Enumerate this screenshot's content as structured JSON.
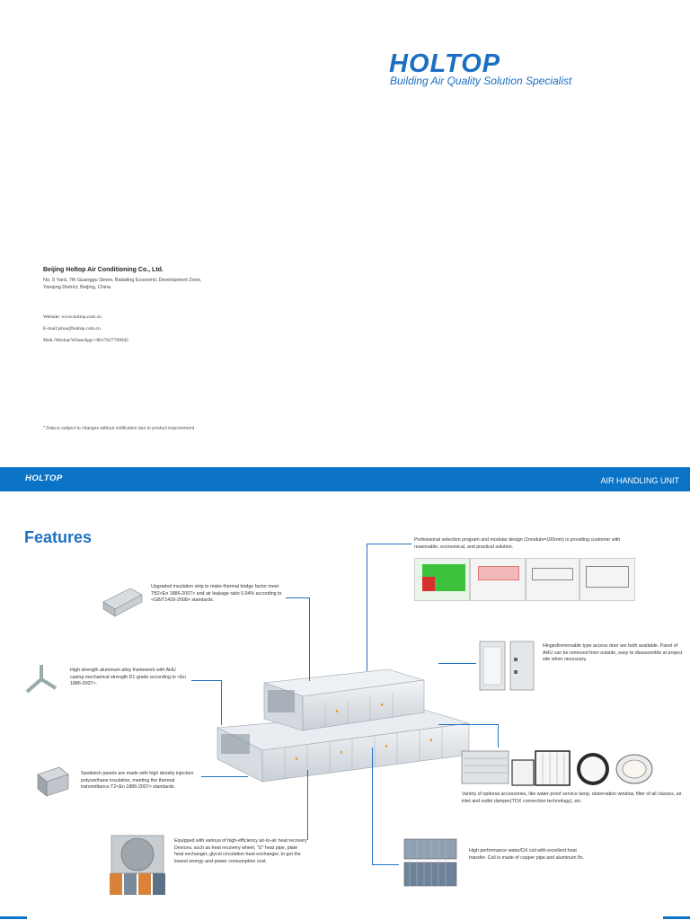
{
  "cover": {
    "logo": "HOLTOP",
    "tagline": "Building Air Quality Solution Specialist",
    "company": "Beijing Holtop Air Conditioning Co., Ltd.",
    "address_line1": "No. 5 Yard, 7th Guanggu Street, Badaling Economic Development Zone,",
    "address_line2": "Yanqing District, Beijing, China",
    "website": "Website: www.holtop.com.cn",
    "email": "E-mail:jsluu@holtop.com.cn",
    "mob": "Mob./Wechat/WhatsApp:+8617627789945",
    "disclaimer": "* Data is subject to changes without notification due to product improvement"
  },
  "band": {
    "logo": "HOLTOP",
    "title": "AIR HANDLING UNIT"
  },
  "features": {
    "heading": "Features",
    "items": [
      {
        "text": "Professional selection program and modular design (1module=100mm) is providing customer with reasonable, economical, and practical solution."
      },
      {
        "text": "Upgraded insulation strip to make thermal bridge factor meet TB2<En 1886-2007> and air leakage ratio 0.94% according to <GB/T1429-2008> standards."
      },
      {
        "text": "Hinged/removable type access door are both available. Panel of AHU can be removed from outside, easy to disassemble at project site when necessary."
      },
      {
        "text": "High strength aluminum alloy framework with AHU casing mechanical strength D1 grade according to <En 1886-2007>."
      },
      {
        "text": "Sandwich panels are made with high density injection polyurethane insulation, meeting the thermal transmittance T2<En 1886-2007> standards."
      },
      {
        "text": "Variety of optional accessories, like water-proof service lamp, observation window, filter of all classes, air inlet and outlet damper(TOX connection technology), etc."
      },
      {
        "text": "Equipped with various of high-efficiency air-to-air heat recovery Devices, such as heat recovery wheel, \"U\" heat pipe, plate heat exchanger, glycol circulation heat exchanger, to get the lowest energy and power consumption cost."
      },
      {
        "text": "High performance water/DX coil with excellent heat transfer. Coil is made of copper pipe and aluminum fin."
      }
    ]
  }
}
